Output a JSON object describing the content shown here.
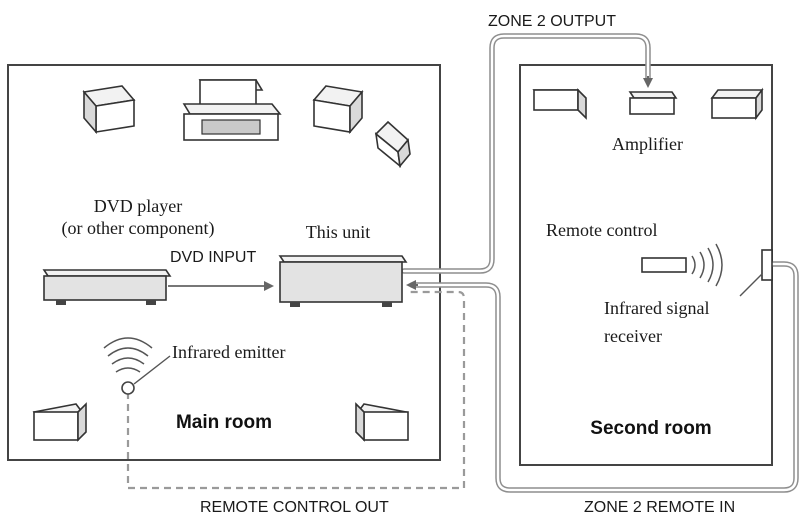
{
  "labels": {
    "zone2_output": "ZONE 2 OUTPUT",
    "amplifier": "Amplifier",
    "dvd_player_line1": "DVD player",
    "dvd_player_line2": "(or other component)",
    "this_unit": "This unit",
    "dvd_input": "DVD INPUT",
    "remote_control": "Remote control",
    "infrared_signal_line1": "Infrared signal",
    "infrared_signal_line2": "receiver",
    "infrared_emitter": "Infrared emitter",
    "main_room": "Main room",
    "second_room": "Second room",
    "remote_control_out": "REMOTE CONTROL OUT",
    "zone2_remote_in": "ZONE 2 REMOTE IN"
  }
}
